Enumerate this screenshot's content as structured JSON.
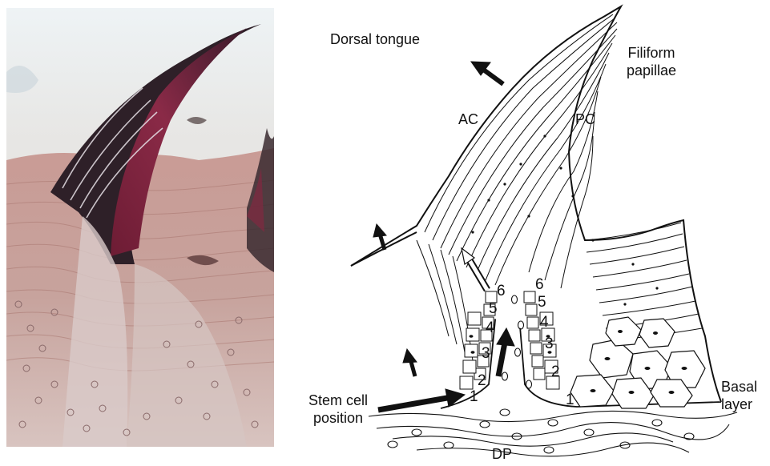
{
  "labels": {
    "dorsal_tongue": "Dorsal tongue",
    "filiform_line1": "Filiform",
    "filiform_line2": "papillae",
    "ac": "AC",
    "pc": "PC",
    "stem_line1": "Stem cell",
    "stem_line2": "position",
    "basal_line1": "Basal",
    "basal_line2": "layer",
    "dp": "DP"
  },
  "left_column_numbers": [
    "6",
    "5",
    "4",
    "3",
    "2",
    "1"
  ],
  "right_column_numbers": [
    "6",
    "5",
    "4",
    "3",
    "2",
    "1"
  ],
  "colors": {
    "ink": "#111111",
    "tissue_pink": "#c9a39b",
    "keratin_red": "#7a1f3a",
    "keratin_dark": "#2a1a22",
    "background_photo": "#e8eef1"
  }
}
